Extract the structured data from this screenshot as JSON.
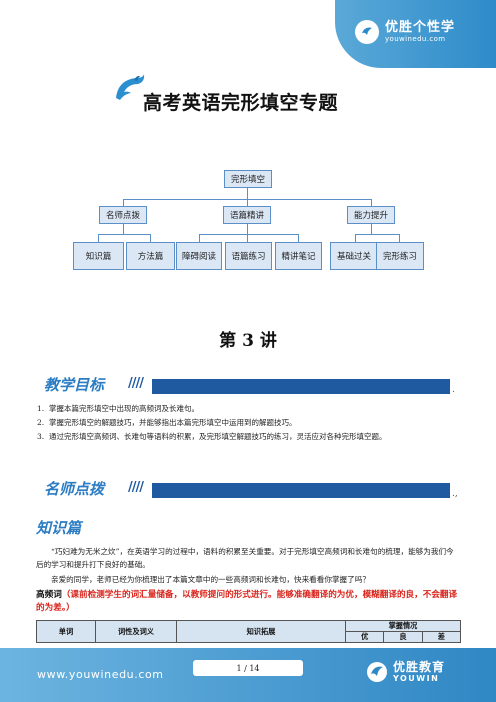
{
  "header": {
    "brand_title": "优胜个性学",
    "brand_url": "youwinedu.com"
  },
  "doc_title": "高考英语完形填空专题",
  "mindmap": {
    "root": "完形填空",
    "branches": [
      {
        "label": "名师点拨",
        "children": [
          "知识篇",
          "方法篇"
        ]
      },
      {
        "label": "语篇精讲",
        "children": [
          "障碍阅读",
          "语篇练习",
          "精讲笔记"
        ]
      },
      {
        "label": "能力提升",
        "children": [
          "基础过关",
          "完形练习"
        ]
      }
    ]
  },
  "lecture": "第 3 讲",
  "section_goal": {
    "title": "教学目标",
    "stripes": "////",
    "end_mark": ".",
    "items": [
      {
        "num": "1.",
        "text": "掌握本篇完形填空中出现的高频词及长难句。"
      },
      {
        "num": "2.",
        "text": "掌握完形填空的解题技巧，并能够指出本篇完形填空中运用到的解题技巧。"
      },
      {
        "num": "3.",
        "text": "通过完形填空高频词、长难句等语料的积累，及完形填空解题技巧的练习，灵活应对各种完形填空题。"
      }
    ]
  },
  "section_tips": {
    "title": "名师点拨",
    "stripes": "////",
    "end_mark": ".,"
  },
  "knowledge": {
    "title": "知识篇",
    "para1": "“巧妇难为无米之炊”，在英语学习的过程中，语料的积累至关重要。对于完形填空高频词和长难句的梳理，能够为我们今后的学习和提升打下良好的基础。",
    "para2": "亲爱的同学，老师已经为你梳理出了本篇文章中的一些高频词和长难句，快来看看你掌握了吗？",
    "hf_lead": "高频词",
    "hf_note": "（课前检测学生的词汇量储备，以教师提问的形式进行。能够准确翻译的为优，模糊翻译的良，不会翻译的为差。）"
  },
  "table": {
    "headers": [
      "单词",
      "词性及词义",
      "知识拓展",
      "掌握情况"
    ],
    "grades": [
      "优",
      "良",
      "差"
    ]
  },
  "footer": {
    "url": "www.youwinedu.com",
    "page": "1 / 14",
    "brand_title": "优胜教育",
    "brand_sub": "YOUWIN"
  },
  "colors": {
    "accent": "#2b7cc3",
    "banner": "#1f5aa0",
    "note_red": "#d9251c",
    "node_fill": "#dbe7f5"
  }
}
